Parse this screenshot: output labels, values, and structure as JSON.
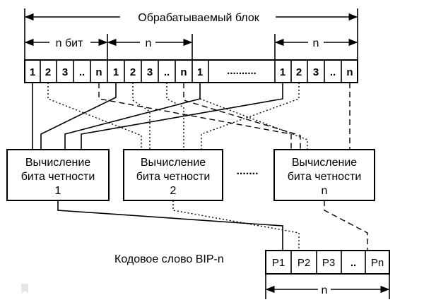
{
  "processed_block": {
    "label": "Обрабатываемый блок",
    "span1_label": "n бит",
    "span2_label": "n",
    "span3_label": "n",
    "cells": [
      "1",
      "2",
      "3",
      "..",
      "n",
      "1",
      "2",
      "3",
      "..",
      "n",
      "1",
      "..........",
      "1",
      "2",
      "3",
      "..",
      "n"
    ]
  },
  "parity_units": [
    {
      "line1": "Вычисление",
      "line2": "бита четности",
      "line3": "1"
    },
    {
      "line1": "Вычисление",
      "line2": "бита четности",
      "line3": "2"
    },
    {
      "line1": "Вычисление",
      "line2": "бита четности",
      "line3": "n"
    }
  ],
  "units_ellipsis": ".......",
  "codeword": {
    "label": "Кодовое слово BIP-n",
    "cells": [
      "P1",
      "P2",
      "P3",
      "..",
      "Pn"
    ],
    "span_label": "n"
  }
}
